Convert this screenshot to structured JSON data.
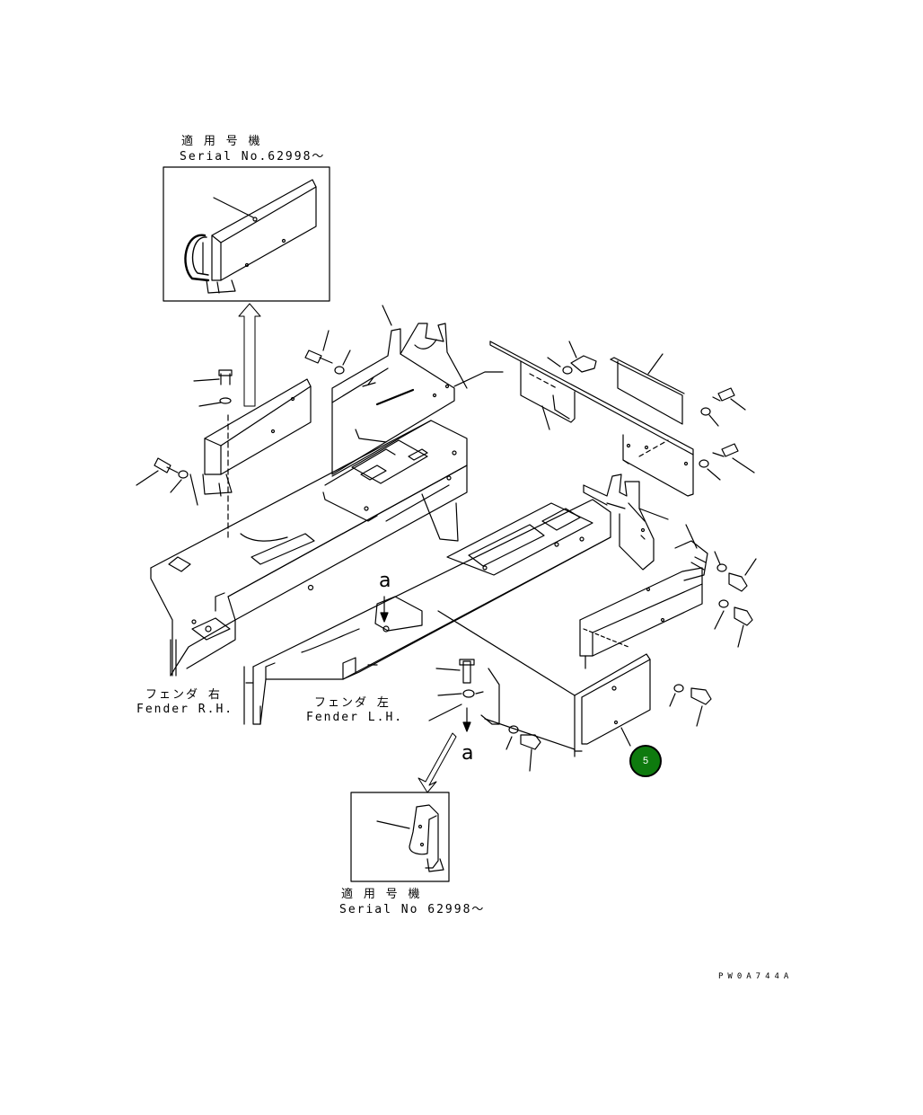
{
  "top_inset": {
    "title_jp": "適 用 号 機",
    "serial": "Serial No.62998〜"
  },
  "bottom_inset": {
    "title_jp": "適 用 号 機",
    "serial": "Serial No 62998〜"
  },
  "fender_rh": {
    "jp": "フェンダ 右",
    "en": "Fender R.H."
  },
  "fender_lh": {
    "jp": "フェンダ 左",
    "en": "Fender L.H."
  },
  "view_refs": {
    "upper": "a",
    "lower": "a"
  },
  "drawing_code": "PW0A744A",
  "callout": {
    "number": "5",
    "color": "#0e7a0e"
  }
}
